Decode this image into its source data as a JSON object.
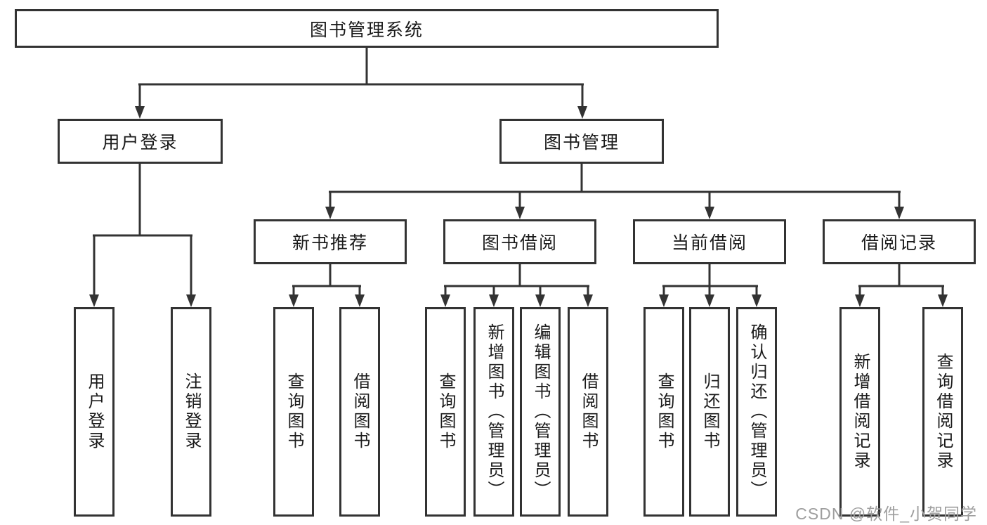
{
  "tree": {
    "root": "图书管理系统",
    "user_login": {
      "label": "用户登录",
      "children": [
        "用户登录",
        "注销登录"
      ]
    },
    "book_mgmt": {
      "label": "图书管理",
      "sections": {
        "new_book": {
          "label": "新书推荐",
          "children": [
            "查询图书",
            "借阅图书"
          ]
        },
        "book_borrow": {
          "label": "图书借阅",
          "children": [
            "查询图书",
            "新增图书（管理员）",
            "编辑图书（管理员）",
            "借阅图书"
          ]
        },
        "current_borrow": {
          "label": "当前借阅",
          "children": [
            "查询图书",
            "归还图书",
            "确认归还（管理员）"
          ]
        },
        "borrow_records": {
          "label": "借阅记录",
          "children": [
            "新增借阅记录",
            "查询借阅记录"
          ]
        }
      }
    }
  },
  "watermark": {
    "text": "CSDN @软件_小贺同学"
  },
  "colors": {
    "line": "#333333",
    "box_border": "#333333",
    "text": "#1a1a1a",
    "watermark": "#9e9e9e",
    "background": "#ffffff"
  }
}
